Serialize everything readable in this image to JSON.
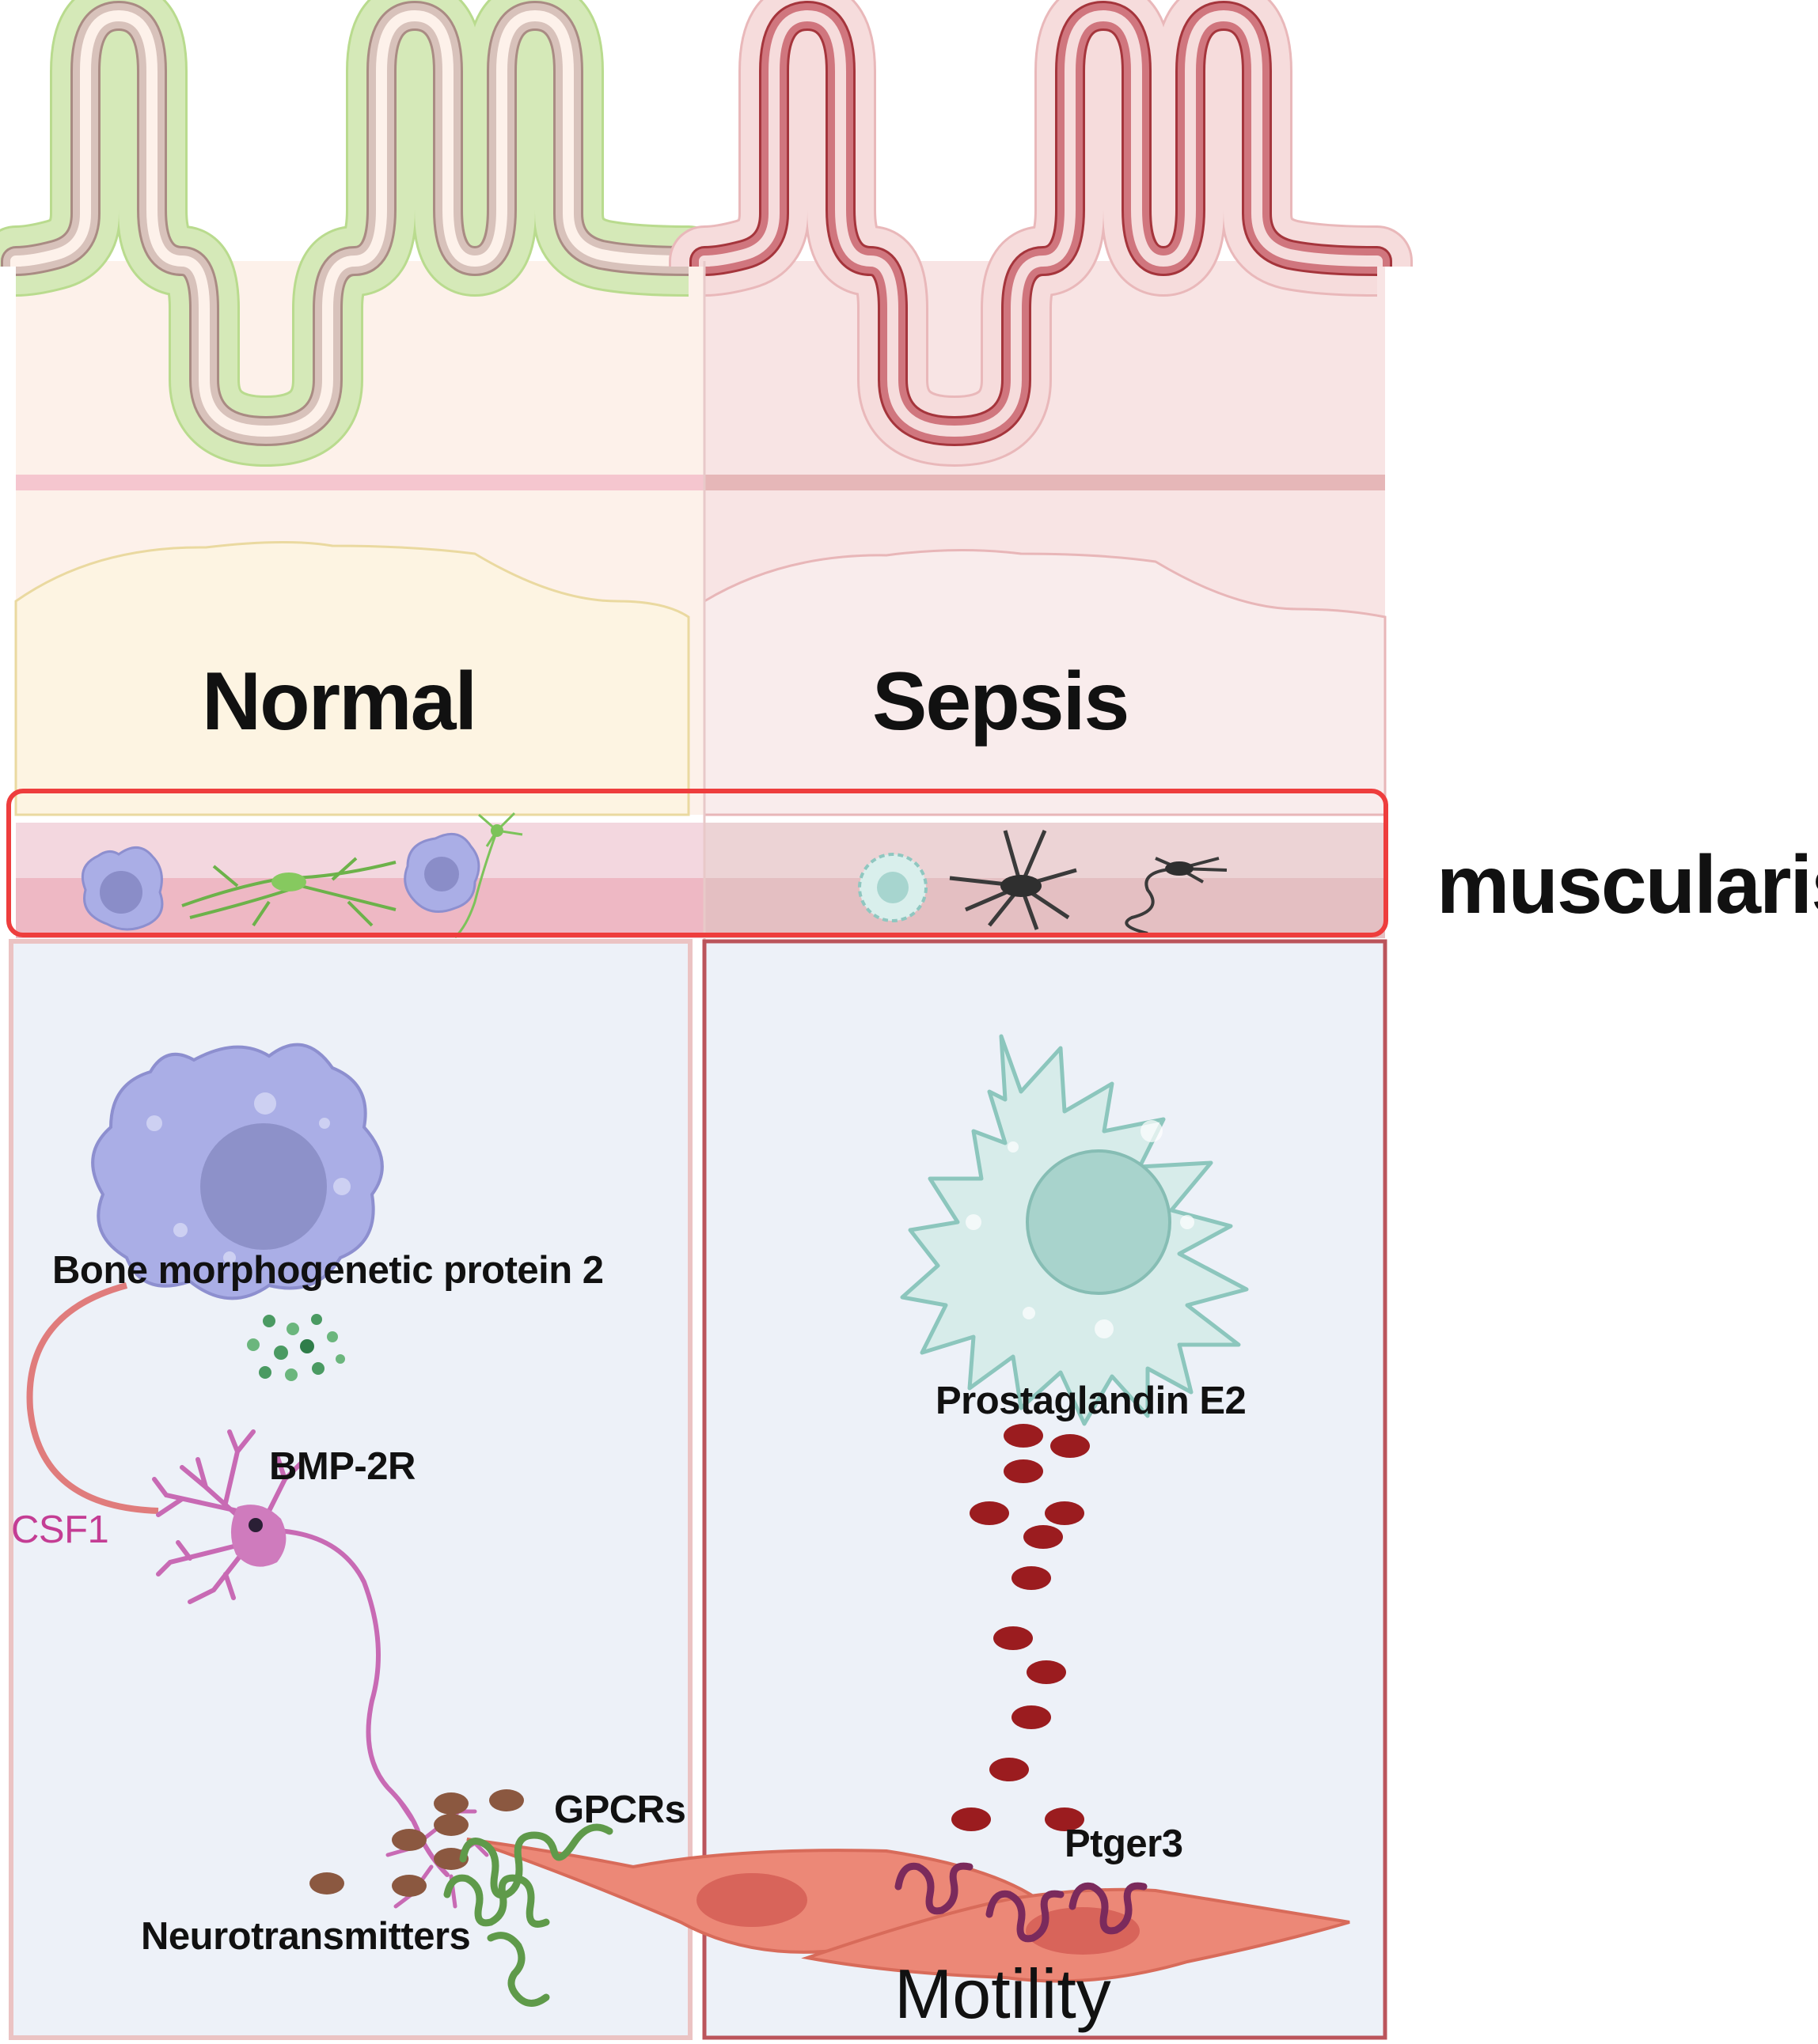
{
  "panels": {
    "normal": {
      "title": "Normal"
    },
    "sepsis": {
      "title": "Sepsis"
    }
  },
  "layer_label": "muscularis",
  "normal_detail": {
    "macrophage_signal": "Bone morphogenetic protein 2",
    "receptor": "BMP-2R",
    "factor": "CSF1",
    "transmitters": "Neurotransmitters",
    "receptors": "GPCRs"
  },
  "sepsis_detail": {
    "signal": "Prostaglandin E2",
    "receptor": "Ptger3"
  },
  "outcome": "Motility",
  "colors": {
    "normal_epithelium": "#d5e9b8",
    "sepsis_epithelium": "#d0767e",
    "macrophage": "#a8a8e0",
    "sepsis_cell": "#cfe6e3",
    "neuron": "#c86ab4",
    "glia": "#7cc35a",
    "smooth_muscle": "#ec8877",
    "prostaglandin": "#9b1c1f",
    "highlight_box": "#ee3d3d"
  }
}
